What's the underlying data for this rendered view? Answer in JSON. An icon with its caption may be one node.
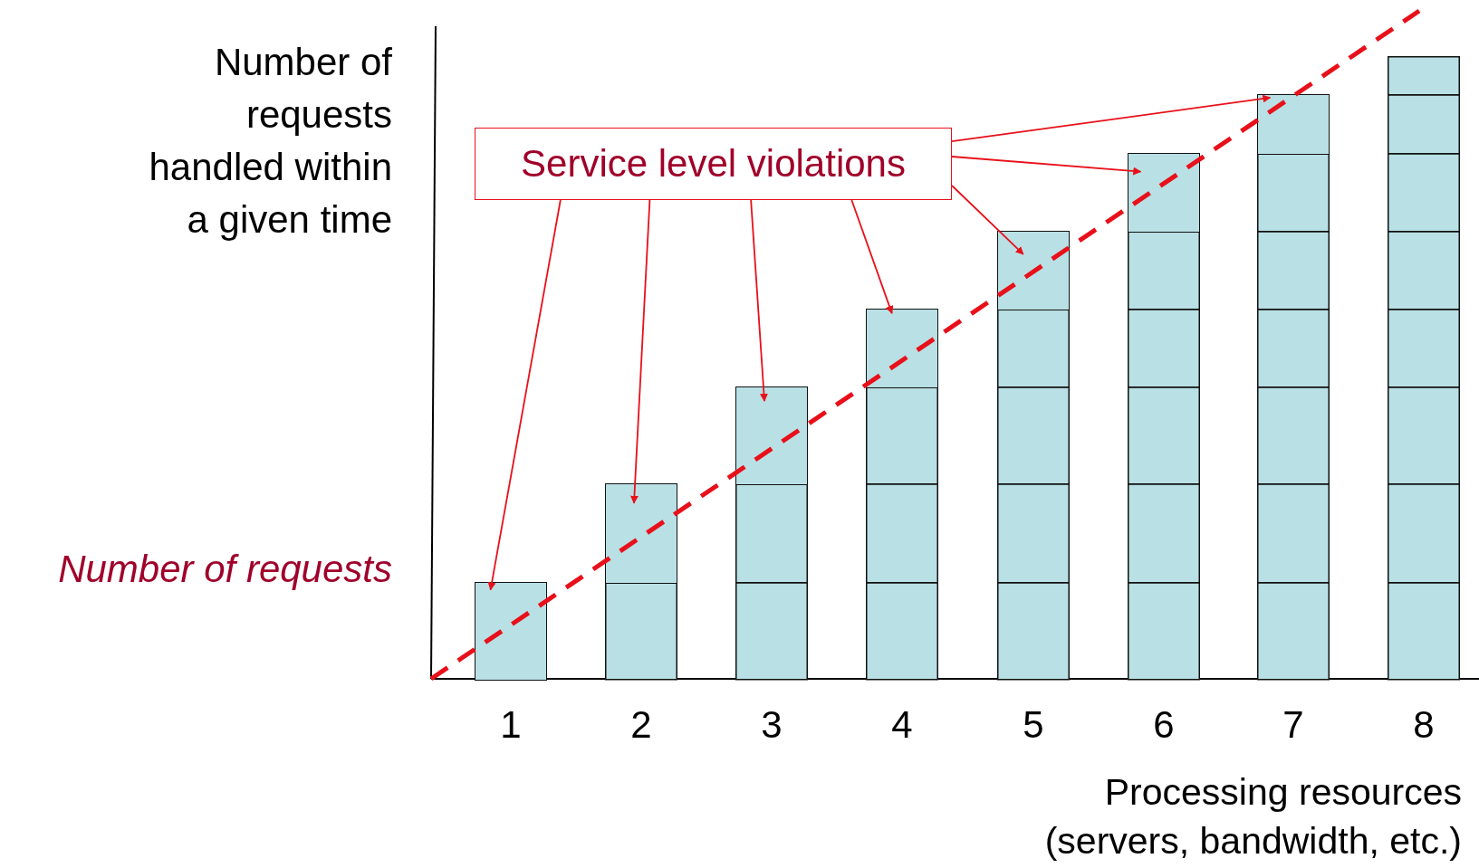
{
  "diagram": {
    "nodes": [
      {
        "text": [
          "Service level violations"
        ]
      },
      {
        "text": [],
        "shape": "box"
      },
      {
        "text": [],
        "shape": "box"
      },
      {
        "text": [],
        "shape": "box"
      },
      {
        "text": [],
        "shape": "box"
      },
      {
        "text": [],
        "shape": "box"
      },
      {
        "text": [],
        "shape": "box"
      },
      {
        "text": [],
        "shape": "box"
      }
    ],
    "edges": [
      {
        "from": 0,
        "to": 1,
        "arrow": "to"
      },
      {
        "from": 0,
        "to": 2,
        "arrow": "to"
      },
      {
        "from": 0,
        "to": 3,
        "arrow": "to"
      },
      {
        "from": 0,
        "to": 4,
        "arrow": "to"
      },
      {
        "from": 0,
        "to": 5,
        "arrow": "to"
      },
      {
        "from": 0,
        "to": 6,
        "arrow": "to"
      },
      {
        "from": 0,
        "to": 7,
        "arrow": "to"
      }
    ],
    "labels": [
      "Number of requests handled within a given time",
      "Number of requests",
      "1",
      "2",
      "3",
      "4",
      "5",
      "6",
      "7",
      "8",
      "Processing resources (servers, bandwidth, etc.)"
    ]
  }
}
